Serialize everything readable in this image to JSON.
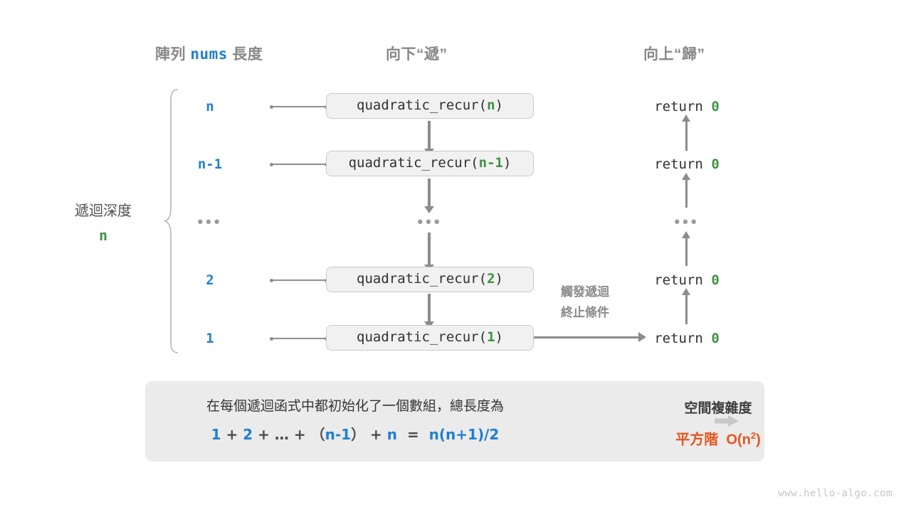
{
  "headers": {
    "array_prefix": "陣列",
    "array_code": "nums",
    "array_suffix": "長度",
    "down": "向下“遞”",
    "up": "向上“歸”"
  },
  "depth_label": {
    "text": "遞迴深度",
    "value": "n"
  },
  "rows": [
    {
      "depth": "n",
      "call_prefix": "quadratic_recur(",
      "call_arg": "n",
      "call_suffix": ")",
      "return_text": "return",
      "return_value": "0"
    },
    {
      "depth": "n-1",
      "call_prefix": "quadratic_recur(",
      "call_arg": "n-1",
      "call_suffix": ")",
      "return_text": "return",
      "return_value": "0"
    },
    {
      "depth": "•••",
      "call_prefix": "•••",
      "call_arg": "",
      "call_suffix": "",
      "return_text": "•••",
      "return_value": ""
    },
    {
      "depth": "2",
      "call_prefix": "quadratic_recur(",
      "call_arg": "2",
      "call_suffix": ")",
      "return_text": "return",
      "return_value": "0"
    },
    {
      "depth": "1",
      "call_prefix": "quadratic_recur(",
      "call_arg": "1",
      "call_suffix": ")",
      "return_text": "return",
      "return_value": "0"
    }
  ],
  "terminate_note": {
    "line1": "觸發遞迴",
    "line2": "終止條件"
  },
  "summary": {
    "description": "在每個遞迴函式中都初始化了一個數組，總長度為",
    "formula": {
      "t1": "1",
      "o1": "+",
      "t2": "2",
      "o2": "+",
      "t3": "…",
      "o3": "+",
      "p_open": "（",
      "t4": "n-1",
      "p_close": "）",
      "o4": "+",
      "t5": "n",
      "eq": "=",
      "result": "n(n+1)/2"
    },
    "complexity_title": "空間複雜度",
    "complexity_prefix": "平方階",
    "complexity_value": "O(n",
    "complexity_exp": "2",
    "complexity_tail": ")"
  },
  "watermark": "www.hello-algo.com",
  "colors": {
    "blue": "#1f7fd0",
    "green": "#3f9142",
    "orange": "#e8541e",
    "gray_text": "#888888",
    "panel_bg": "#ebebeb",
    "box_bg": "#f1f1f1",
    "arrow": "#8c8c8c"
  }
}
